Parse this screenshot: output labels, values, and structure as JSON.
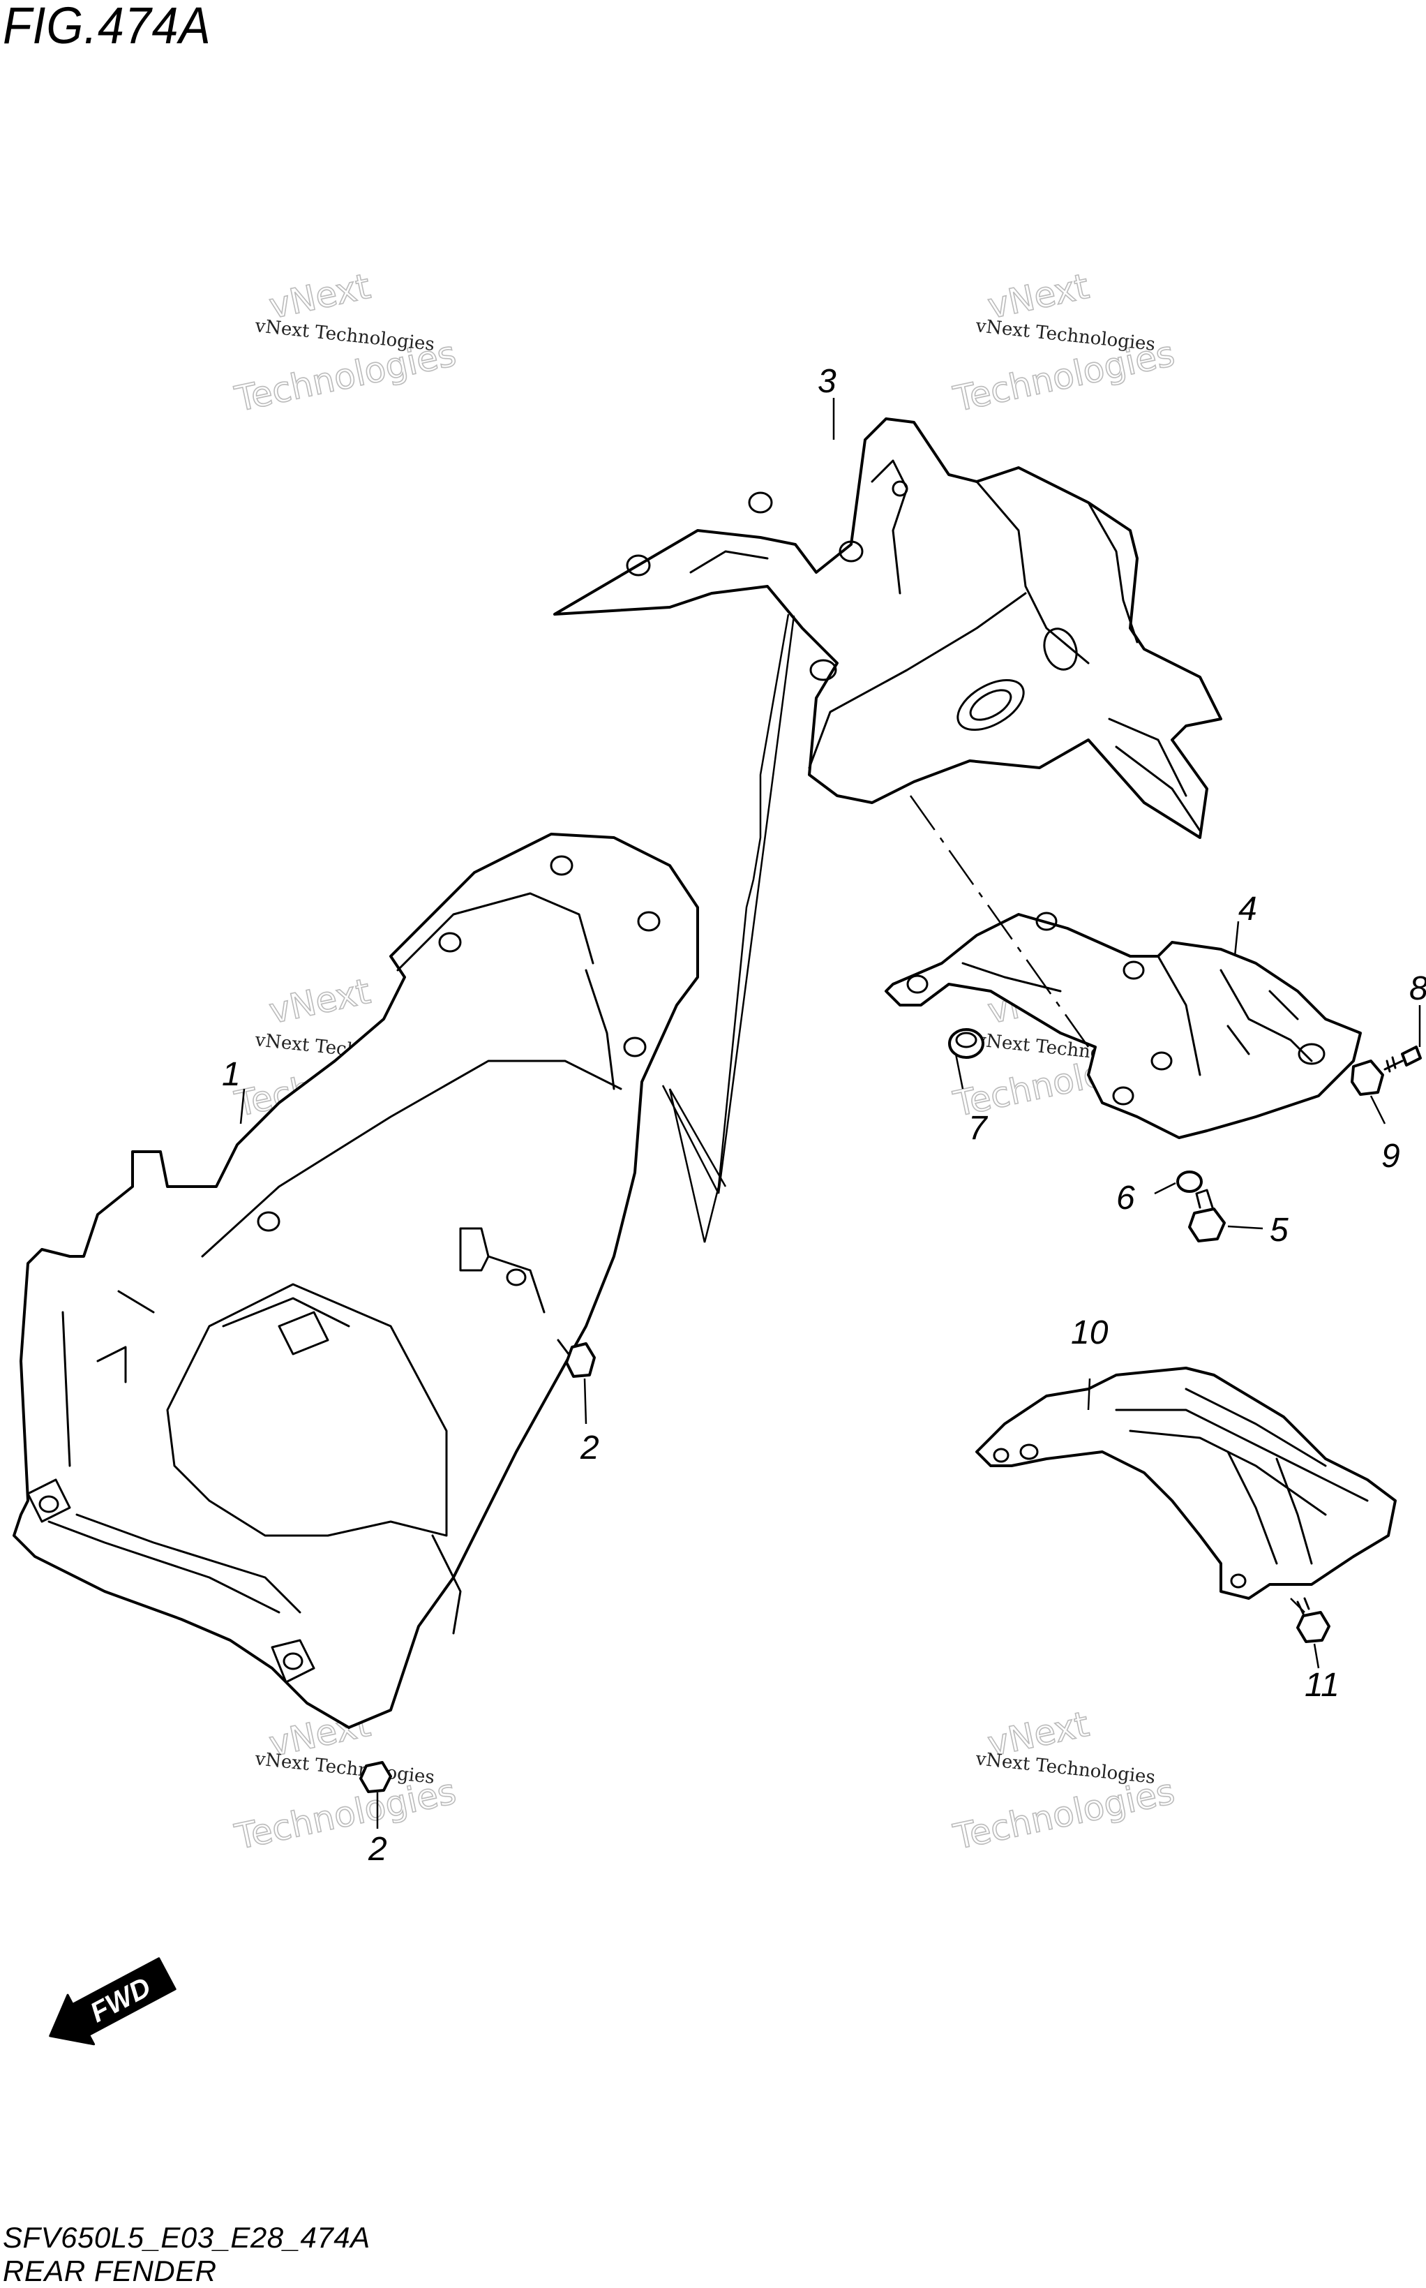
{
  "figure": {
    "title": "FIG.474A",
    "code": "SFV650L5_E03_E28_474A",
    "name": "REAR FENDER"
  },
  "callouts": [
    "1",
    "2",
    "2",
    "3",
    "4",
    "5",
    "6",
    "7",
    "8",
    "9",
    "10",
    "11"
  ],
  "watermark": {
    "line1": "vNext Technologies",
    "line2a": "vNext",
    "line2b": "Technologies"
  },
  "fwd_label": "FWD"
}
